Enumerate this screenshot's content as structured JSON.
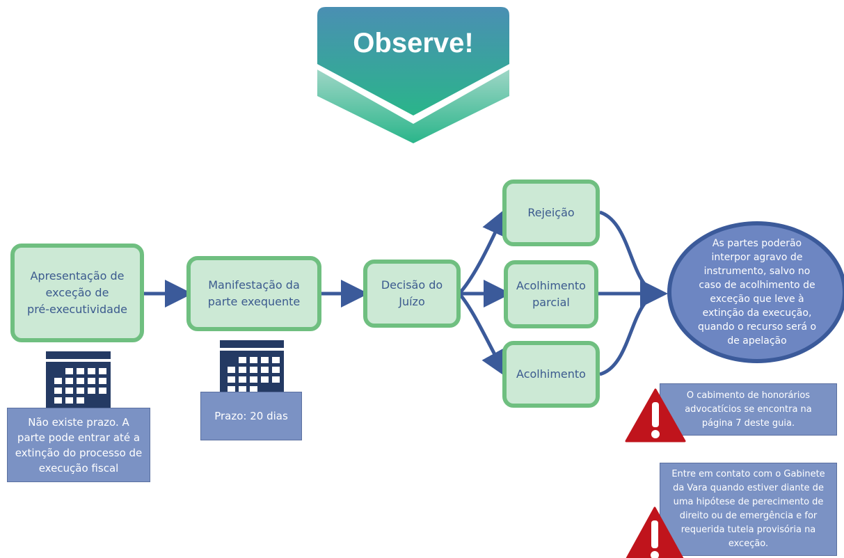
{
  "banner": {
    "title": "Observe!"
  },
  "nodes": {
    "apresentacao": "Apresentação de\nexceção de\npré-executividade",
    "manifestacao": "Manifestação da\nparte exequente",
    "decisao": "Decisão do\nJuízo",
    "rejeicao": "Rejeição",
    "acolhimento_parcial": "Acolhimento\nparcial",
    "acolhimento": "Acolhimento"
  },
  "notes": {
    "nao_existe_prazo": "Não existe prazo. A\nparte pode entrar até a\nextinção do processo de\nexecução fiscal",
    "prazo_20_dias": "Prazo: 20 dias",
    "recurso": "As partes poderão\ninterpor agravo de\ninstrumento, salvo no\ncaso de acolhimento de\nexceção que leve à\nextinção da execução,\nquando o recurso será o\nde apelação",
    "honorarios": "O cabimento de honorários\nadvocatícios se encontra na\npágina 7 deste guia.",
    "gabinete": "Entre em contato com o Gabinete\nda Vara quando estiver diante de\numa hipótese de perecimento de\ndireito ou de emergência e for\nrequerida tutela provisória na\nexceção."
  },
  "icons": {
    "calendar": "calendar-icon",
    "warning": "warning-icon"
  },
  "colors": {
    "node_fill": "#cce9d5",
    "node_border": "#6fbf80",
    "arrow": "#3b5a9a",
    "note_fill": "#7b92c4",
    "banner_top": "#4a8fb3",
    "banner_bottom": "#2ab58a",
    "warning_red": "#c0141c"
  }
}
